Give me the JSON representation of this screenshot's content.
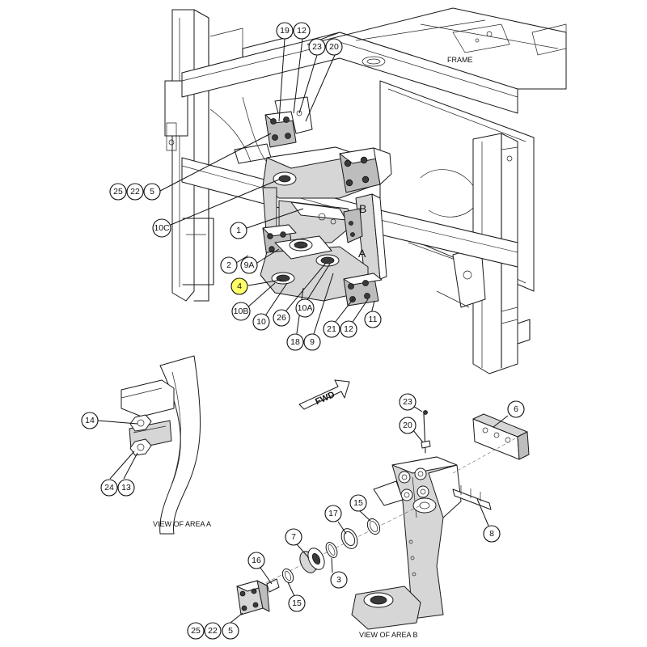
{
  "labels": {
    "frame": "FRAME",
    "view_a": "VIEW OF AREA A",
    "view_b": "VIEW OF AREA B",
    "fwd": "FWD",
    "letter_a": "A",
    "letter_b": "B"
  },
  "highlight_color": "#ffff66",
  "callouts": {
    "c19": "19",
    "c12a": "12",
    "c23a": "23",
    "c20a": "20",
    "c25a": "25",
    "c22a": "22",
    "c5a": "5",
    "c10c": "10C",
    "c1": "1",
    "c2": "2",
    "c9a": "9A",
    "c4": "4",
    "c10b": "10B",
    "c10": "10",
    "c26": "26",
    "c10a": "10A",
    "c18": "18",
    "c9": "9",
    "c21": "21",
    "c12b": "12",
    "c11": "11",
    "c14": "14",
    "c24": "24",
    "c13": "13",
    "c23b": "23",
    "c20b": "20",
    "c6": "6",
    "c17": "17",
    "c15a": "15",
    "c7": "7",
    "c8": "8",
    "c16": "16",
    "c3": "3",
    "c15b": "15",
    "c25b": "25",
    "c22b": "22",
    "c5b": "5"
  }
}
